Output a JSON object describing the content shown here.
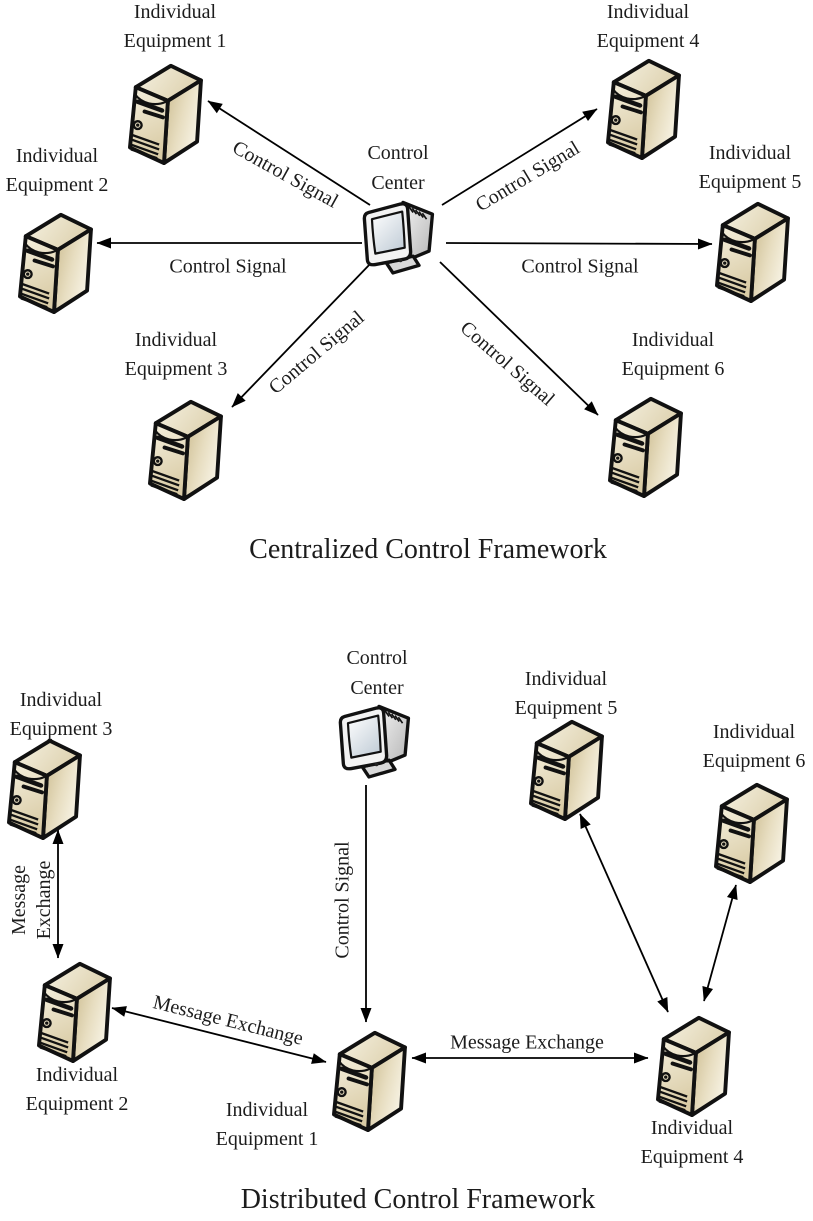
{
  "centralized": {
    "title": "Centralized Control Framework",
    "control_center": {
      "line1": "Control",
      "line2": "Center"
    },
    "equipment": [
      {
        "line1": "Individual",
        "line2": "Equipment 1"
      },
      {
        "line1": "Individual",
        "line2": "Equipment 2"
      },
      {
        "line1": "Individual",
        "line2": "Equipment 3"
      },
      {
        "line1": "Individual",
        "line2": "Equipment 4"
      },
      {
        "line1": "Individual",
        "line2": "Equipment 5"
      },
      {
        "line1": "Individual",
        "line2": "Equipment 6"
      }
    ],
    "links": [
      {
        "from": "Control Center",
        "to": "Individual Equipment 1",
        "label": "Control Signal",
        "arrows": "one-way"
      },
      {
        "from": "Control Center",
        "to": "Individual Equipment 2",
        "label": "Control Signal",
        "arrows": "one-way"
      },
      {
        "from": "Control Center",
        "to": "Individual Equipment 3",
        "label": "Control Signal",
        "arrows": "one-way"
      },
      {
        "from": "Control Center",
        "to": "Individual Equipment 4",
        "label": "Control Signal",
        "arrows": "one-way"
      },
      {
        "from": "Control Center",
        "to": "Individual Equipment 5",
        "label": "Control Signal",
        "arrows": "one-way"
      },
      {
        "from": "Control Center",
        "to": "Individual Equipment 6",
        "label": "Control Signal",
        "arrows": "one-way"
      }
    ]
  },
  "distributed": {
    "title": "Distributed Control Framework",
    "control_center": {
      "line1": "Control",
      "line2": "Center"
    },
    "equipment": [
      {
        "line1": "Individual",
        "line2": "Equipment 1"
      },
      {
        "line1": "Individual",
        "line2": "Equipment 2"
      },
      {
        "line1": "Individual",
        "line2": "Equipment 3"
      },
      {
        "line1": "Individual",
        "line2": "Equipment 4"
      },
      {
        "line1": "Individual",
        "line2": "Equipment 5"
      },
      {
        "line1": "Individual",
        "line2": "Equipment 6"
      }
    ],
    "links": [
      {
        "from": "Control Center",
        "to": "Individual Equipment 1",
        "label": "Control Signal",
        "arrows": "one-way"
      },
      {
        "from": "Individual Equipment 3",
        "to": "Individual Equipment 2",
        "label_line1": "Message",
        "label_line2": "Exchange",
        "arrows": "two-way"
      },
      {
        "from": "Individual Equipment 2",
        "to": "Individual Equipment 1",
        "label": "Message Exchange",
        "arrows": "two-way"
      },
      {
        "from": "Individual Equipment 1",
        "to": "Individual Equipment 4",
        "label": "Message Exchange",
        "arrows": "two-way"
      },
      {
        "from": "Individual Equipment 4",
        "to": "Individual Equipment 5",
        "label": "",
        "arrows": "two-way"
      },
      {
        "from": "Individual Equipment 4",
        "to": "Individual Equipment 6",
        "label": "",
        "arrows": "two-way"
      }
    ]
  },
  "icons": {
    "equipment": "server-tower-icon",
    "control_center": "crt-monitor-icon"
  },
  "colors": {
    "tower_front": "#eee7d0",
    "tower_side_dark": "#c9b98c",
    "tower_side_light": "#f8f4e6",
    "outline": "#111111",
    "text": "#1c1c1c",
    "background": "#ffffff"
  }
}
